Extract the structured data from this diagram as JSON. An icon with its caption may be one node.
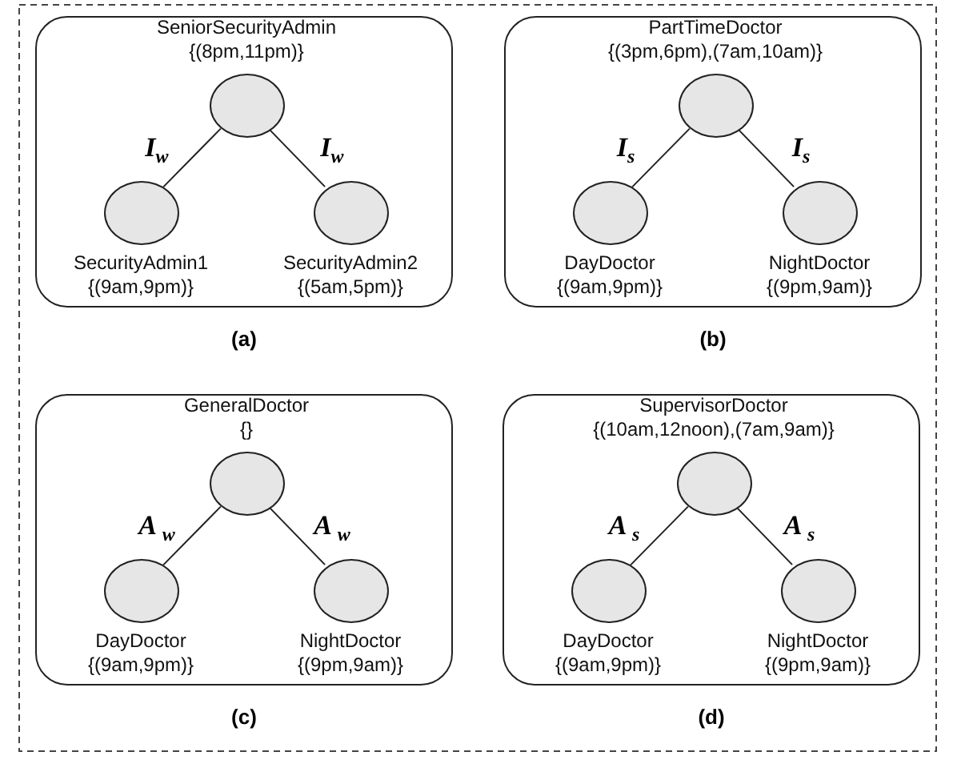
{
  "diagram": {
    "nodes": [
      {
        "text": [],
        "shape": "box",
        "beside": [
          "(a)"
        ]
      },
      {
        "text": [],
        "shape": "circle",
        "in": 0,
        "beside": [
          "SeniorSecurityAdmin",
          "{(8pm,11pm)}"
        ]
      },
      {
        "text": [],
        "shape": "circle",
        "in": 0,
        "beside": [
          "SecurityAdmin1",
          "{(9am,9pm)}"
        ]
      },
      {
        "text": [],
        "shape": "circle",
        "in": 0,
        "beside": [
          "SecurityAdmin2",
          "{(5am,5pm)}"
        ]
      },
      {
        "text": [],
        "shape": "box",
        "beside": [
          "(b)"
        ]
      },
      {
        "text": [],
        "shape": "circle",
        "in": 4,
        "beside": [
          "PartTimeDoctor",
          "{(3pm,6pm),(7am,10am)}"
        ]
      },
      {
        "text": [],
        "shape": "circle",
        "in": 4,
        "beside": [
          "DayDoctor",
          "{(9am,9pm)}"
        ]
      },
      {
        "text": [],
        "shape": "circle",
        "in": 4,
        "beside": [
          "NightDoctor",
          "{(9pm,9am)}"
        ]
      },
      {
        "text": [],
        "shape": "box",
        "beside": [
          "(c)"
        ]
      },
      {
        "text": [],
        "shape": "circle",
        "in": 8,
        "beside": [
          "GeneralDoctor",
          "{}"
        ]
      },
      {
        "text": [],
        "shape": "circle",
        "in": 8,
        "beside": [
          "DayDoctor",
          "{(9am,9pm)}"
        ]
      },
      {
        "text": [],
        "shape": "circle",
        "in": 8,
        "beside": [
          "NightDoctor",
          "{(9pm,9am)}"
        ]
      },
      {
        "text": [],
        "shape": "box",
        "beside": [
          "(d)"
        ]
      },
      {
        "text": [],
        "shape": "circle",
        "in": 12,
        "beside": [
          "SupervisorDoctor",
          "{(10am,12noon),(7am,9am)}"
        ]
      },
      {
        "text": [],
        "shape": "circle",
        "in": 12,
        "beside": [
          "DayDoctor",
          "{(9am,9pm)}"
        ]
      },
      {
        "text": [],
        "shape": "circle",
        "in": 12,
        "beside": [
          "NightDoctor",
          "{(9pm,9am)}"
        ]
      }
    ],
    "edges": [
      {
        "from": 1,
        "to": 2,
        "arrow": "none",
        "label": "I$_{w}$"
      },
      {
        "from": 1,
        "to": 3,
        "arrow": "none",
        "label": "I$_{w}$"
      },
      {
        "from": 5,
        "to": 6,
        "arrow": "none",
        "label": "I$_{s}$"
      },
      {
        "from": 5,
        "to": 7,
        "arrow": "none",
        "label": "I$_{s}$"
      },
      {
        "from": 9,
        "to": 10,
        "arrow": "none",
        "label": "A $_{w}$"
      },
      {
        "from": 9,
        "to": 11,
        "arrow": "none",
        "label": "A $_{w}$"
      },
      {
        "from": 13,
        "to": 14,
        "arrow": "none",
        "label": "A $_{s}$"
      },
      {
        "from": 13,
        "to": 15,
        "arrow": "none",
        "label": "A $_{s}$"
      }
    ]
  }
}
